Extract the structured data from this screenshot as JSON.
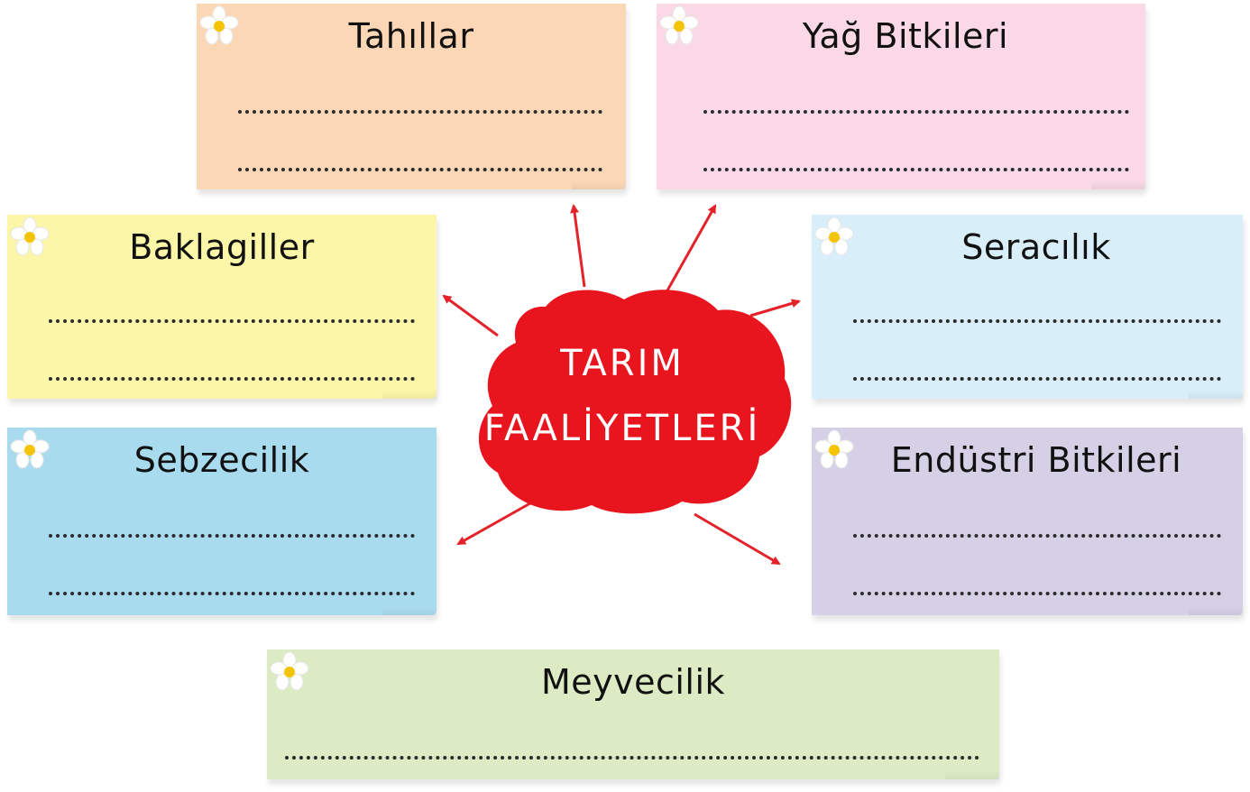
{
  "center": {
    "line1": "TARIM",
    "line2": "FAALİYETLERİ",
    "color": "#e8151f"
  },
  "arrow_color": "#e3222a",
  "cards": {
    "tahillar": {
      "title": "Tahıllar",
      "color": "#fbd7b5"
    },
    "yag": {
      "title": "Yağ Bitkileri",
      "color": "#fad8e6"
    },
    "baklagiller": {
      "title": "Baklagiller",
      "color": "#fcf6a8"
    },
    "seracilik": {
      "title": "Seracılık",
      "color": "#d8eef9"
    },
    "sebzecilik": {
      "title": "Sebzecilik",
      "color": "#a9dbef"
    },
    "endustri": {
      "title": "Endüstri Bitkileri",
      "color": "#d5d0e6"
    },
    "meyvecilik": {
      "title": "Meyvecilik",
      "color": "#dcebc4"
    }
  }
}
